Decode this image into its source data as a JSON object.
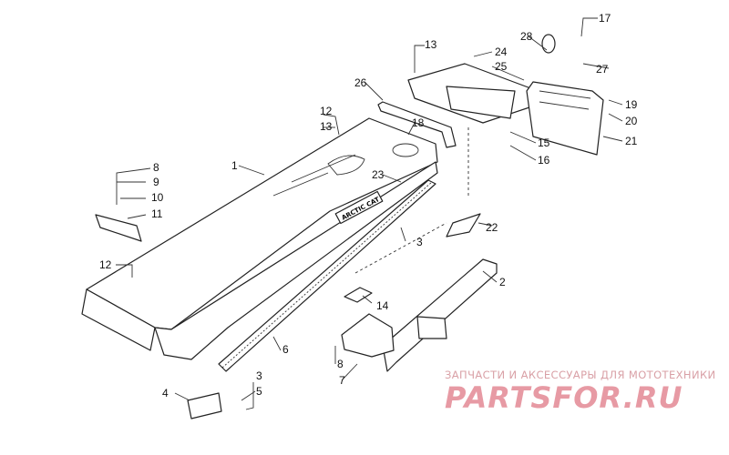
{
  "callouts": {
    "c1": "1",
    "c2": "2",
    "c3a": "3",
    "c3b": "3",
    "c4": "4",
    "c5": "5",
    "c6": "6",
    "c7": "7",
    "c8a": "8",
    "c8b": "8",
    "c9": "9",
    "c10": "10",
    "c11": "11",
    "c12a": "12",
    "c12b": "12",
    "c13a": "13",
    "c13b": "13",
    "c14": "14",
    "c15": "15",
    "c16": "16",
    "c17": "17",
    "c18": "18",
    "c19": "19",
    "c20": "20",
    "c21": "21",
    "c22": "22",
    "c23": "23",
    "c24": "24",
    "c25": "25",
    "c26": "26",
    "c27": "27",
    "c28": "28"
  },
  "decal_text": "ARCTIC CAT",
  "watermark": {
    "tagline": "ЗАПЧАСТИ И АКСЕССУАРЫ ДЛЯ МОТОТЕХНИКИ",
    "logo": "PARTSFOR.RU"
  }
}
